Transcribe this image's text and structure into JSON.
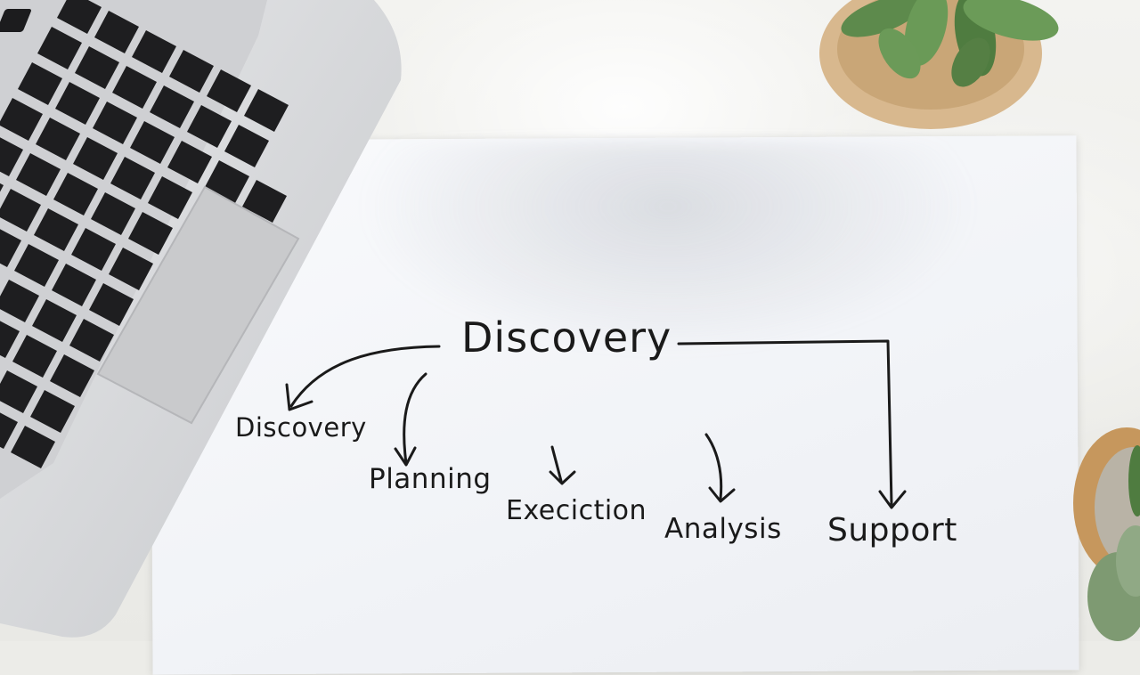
{
  "diagram": {
    "root_label": "Discovery",
    "branches": [
      {
        "label": "Discovery"
      },
      {
        "label": "Planning"
      },
      {
        "label": "Execiction"
      },
      {
        "label": "Analysis"
      },
      {
        "label": "Support"
      }
    ]
  },
  "colors": {
    "ink": "#1a1a1a",
    "paper": "#f4f5f8",
    "desk": "#ecece8",
    "laptop": "#d3d4d6",
    "plant_leaf": "#5f8a4f",
    "pot": "#d9b98f"
  },
  "scene": {
    "objects": [
      "laptop",
      "paper-sheet",
      "potted-plant",
      "potted-plant"
    ]
  }
}
